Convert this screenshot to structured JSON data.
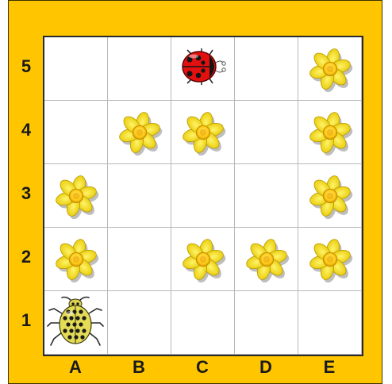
{
  "board": {
    "columns": [
      "A",
      "B",
      "C",
      "D",
      "E"
    ],
    "rows": [
      "5",
      "4",
      "3",
      "2",
      "1"
    ],
    "frame_color": "#ffc600",
    "flower_icon": "daffodil-icon",
    "ladybug_icon": "ladybug-icon",
    "beetle_icon": "spotted-beetle-icon",
    "flowers": [
      "E5",
      "B4",
      "C4",
      "E4",
      "A3",
      "E3",
      "A2",
      "C2",
      "D2",
      "E2"
    ],
    "ladybug": "C5",
    "beetle": "A1"
  }
}
